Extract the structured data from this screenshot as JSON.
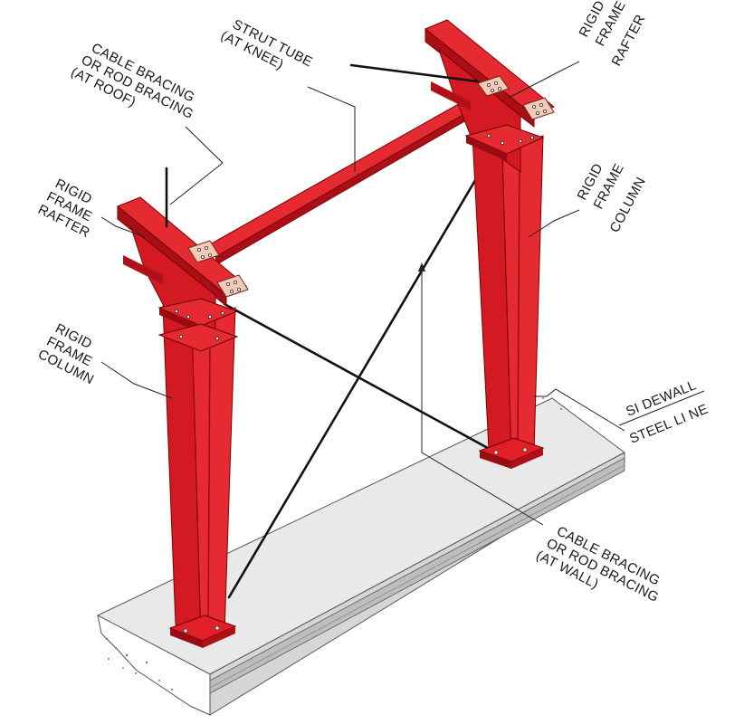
{
  "colors": {
    "steel": "#e21f26",
    "steel_dark": "#b0101a",
    "steel_shadow": "#8e0a12",
    "plate": "#f3c9b8",
    "concrete": "#e7e7e7",
    "concrete_shadow": "#c9c9c9",
    "ink": "#1a1a1a"
  },
  "labels": {
    "cable_roof": [
      "CABLE BRACING",
      "OR ROD BRACING",
      "(AT ROOF)"
    ],
    "strut_tube": [
      "STRUT TUBE",
      "(AT KNEE)"
    ],
    "rafter_right": [
      "RIGID",
      "FRAME",
      "RAFTER"
    ],
    "rafter_left": [
      "RIGID",
      "FRAME",
      "RAFTER"
    ],
    "column_right": [
      "RIGID",
      "FRAME",
      "COLUMN"
    ],
    "column_left": [
      "RIGID",
      "FRAME",
      "COLUMN"
    ],
    "sidewall": [
      "SI DEWALL",
      "STEEL LI NE"
    ],
    "cable_wall": [
      "CABLE BRACING",
      "OR ROD BRACING",
      "(AT WALL)"
    ]
  }
}
